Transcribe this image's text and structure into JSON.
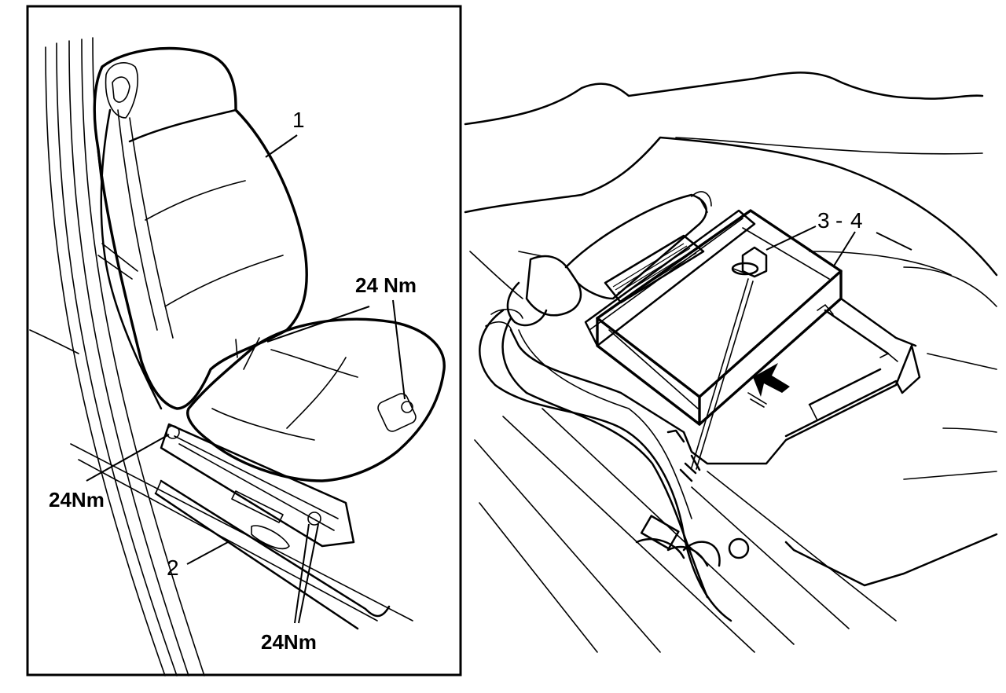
{
  "left_panel": {
    "callouts": [
      {
        "id": "1",
        "text": "1"
      },
      {
        "id": "2",
        "text": "2"
      }
    ],
    "torque_labels": [
      {
        "id": "top-right",
        "text": "24 Nm"
      },
      {
        "id": "left",
        "text": "24Nm"
      },
      {
        "id": "bottom",
        "text": "24Nm"
      }
    ]
  },
  "right_panel": {
    "callouts": [
      {
        "id": "3",
        "text": "3"
      },
      {
        "id": "4",
        "text": "4"
      }
    ],
    "separator": "-"
  }
}
